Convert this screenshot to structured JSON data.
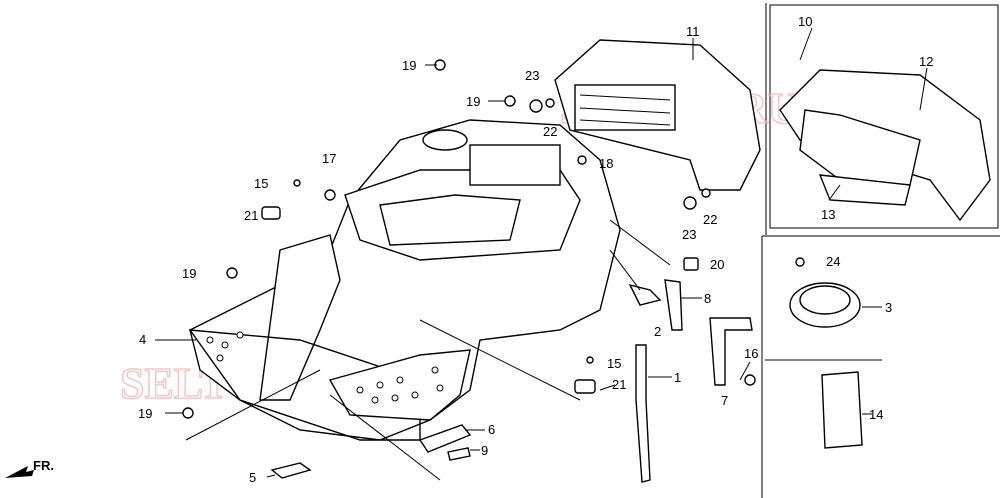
{
  "diagram": {
    "watermark": "SELTOP.RU",
    "direction_marker": "FR.",
    "callouts": [
      {
        "id": "c19a",
        "text": "19"
      },
      {
        "id": "c23a",
        "text": "23"
      },
      {
        "id": "c11",
        "text": "11"
      },
      {
        "id": "c10",
        "text": "10"
      },
      {
        "id": "c12",
        "text": "12"
      },
      {
        "id": "c19b",
        "text": "19"
      },
      {
        "id": "c22a",
        "text": "22"
      },
      {
        "id": "c18",
        "text": "18"
      },
      {
        "id": "c17",
        "text": "17"
      },
      {
        "id": "c15a",
        "text": "15"
      },
      {
        "id": "c21a",
        "text": "21"
      },
      {
        "id": "c13",
        "text": "13"
      },
      {
        "id": "c22b",
        "text": "22"
      },
      {
        "id": "c23b",
        "text": "23"
      },
      {
        "id": "c20",
        "text": "20"
      },
      {
        "id": "c24",
        "text": "24"
      },
      {
        "id": "c19c",
        "text": "19"
      },
      {
        "id": "c3",
        "text": "3"
      },
      {
        "id": "c8",
        "text": "8"
      },
      {
        "id": "c2",
        "text": "2"
      },
      {
        "id": "c4",
        "text": "4"
      },
      {
        "id": "c16",
        "text": "16"
      },
      {
        "id": "c15b",
        "text": "15"
      },
      {
        "id": "c1",
        "text": "1"
      },
      {
        "id": "c21b",
        "text": "21"
      },
      {
        "id": "c7",
        "text": "7"
      },
      {
        "id": "c19d",
        "text": "19"
      },
      {
        "id": "c14",
        "text": "14"
      },
      {
        "id": "c6",
        "text": "6"
      },
      {
        "id": "c9",
        "text": "9"
      },
      {
        "id": "c5",
        "text": "5"
      }
    ]
  }
}
